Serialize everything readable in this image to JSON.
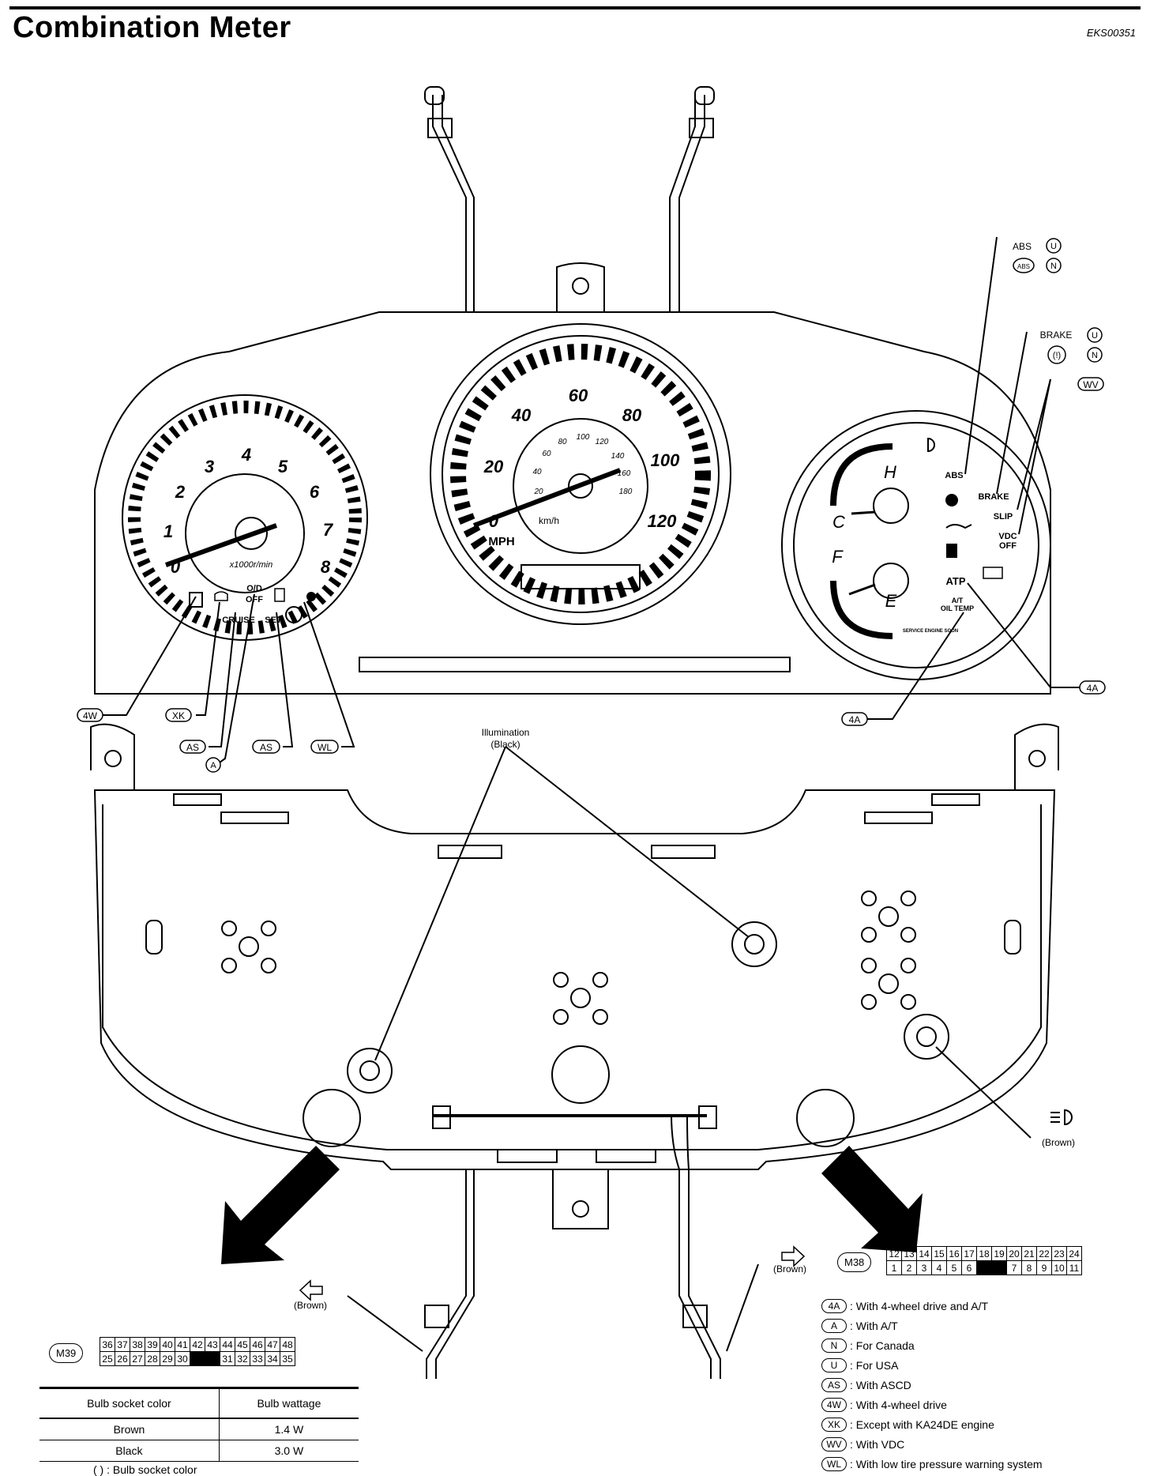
{
  "header": {
    "title": "Combination Meter",
    "doc_id": "EKS00351"
  },
  "tachometer": {
    "numbers": [
      "0",
      "1",
      "2",
      "3",
      "4",
      "5",
      "6",
      "7",
      "8"
    ],
    "unit": "x1000r/min"
  },
  "speedometer": {
    "mph_numbers": [
      "0",
      "20",
      "40",
      "60",
      "80",
      "100",
      "120"
    ],
    "kmh_numbers": [
      "20",
      "40",
      "60",
      "80",
      "100",
      "120",
      "140",
      "160",
      "180"
    ],
    "mph_label": "MPH",
    "kmh_label": "km/h"
  },
  "right_gauge": {
    "h": "H",
    "c": "C",
    "f": "F",
    "e": "E",
    "indicators": {
      "abs": "ABS",
      "brake": "BRAKE",
      "slip": "SLIP",
      "vdc": "VDC",
      "off": "OFF",
      "atp": "ATP",
      "at": "A/T",
      "oiltemp": "OIL TEMP",
      "service": "SERVICE ENGINE SOON"
    }
  },
  "left_indicators": {
    "od": "O/D",
    "off": "OFF",
    "cruise": "CRUISE",
    "set": "SET"
  },
  "callouts": {
    "abs": "ABS",
    "abs_circle": "ABS",
    "brake": "BRAKE",
    "brake_circle": "(!)",
    "u": "U",
    "n": "N",
    "wv": "WV",
    "a4_right": "4A",
    "a4_bottom": "4A",
    "w4": "4W",
    "xk": "XK",
    "as1": "AS",
    "a": "A",
    "as2": "AS",
    "wl": "WL"
  },
  "illumination": {
    "line1": "Illumination",
    "line2": "(Black)"
  },
  "brown_labels": {
    "right": "(Brown)",
    "bottom_right": "(Brown)",
    "bottom_left": "(Brown)"
  },
  "connector_m39": {
    "name": "M39",
    "top": [
      "36",
      "37",
      "38",
      "39",
      "40",
      "41",
      "42",
      "43",
      "44",
      "45",
      "46",
      "47",
      "48"
    ],
    "bottom": [
      "25",
      "26",
      "27",
      "28",
      "29",
      "30",
      "",
      "",
      "31",
      "32",
      "33",
      "34",
      "35"
    ]
  },
  "connector_m38": {
    "name": "M38",
    "top": [
      "12",
      "13",
      "14",
      "15",
      "16",
      "17",
      "18",
      "19",
      "20",
      "21",
      "22",
      "23",
      "24"
    ],
    "bottom": [
      "1",
      "2",
      "3",
      "4",
      "5",
      "6",
      "",
      "",
      "7",
      "8",
      "9",
      "10",
      "11"
    ]
  },
  "bulb_table": {
    "headers": [
      "Bulb socket color",
      "Bulb wattage"
    ],
    "rows": [
      [
        "Brown",
        "1.4 W"
      ],
      [
        "Black",
        "3.0 W"
      ]
    ]
  },
  "footnote": "( ) : Bulb socket color",
  "legend": [
    {
      "code": "4A",
      "text": ": With 4-wheel drive and A/T"
    },
    {
      "code": "A",
      "text": ": With A/T"
    },
    {
      "code": "N",
      "text": ": For Canada"
    },
    {
      "code": "U",
      "text": ": For USA"
    },
    {
      "code": "AS",
      "text": ": With ASCD"
    },
    {
      "code": "4W",
      "text": ": With 4-wheel drive"
    },
    {
      "code": "XK",
      "text": ": Except with KA24DE engine"
    },
    {
      "code": "WV",
      "text": ": With VDC"
    },
    {
      "code": "WL",
      "text": ": With low tire pressure warning system"
    }
  ]
}
